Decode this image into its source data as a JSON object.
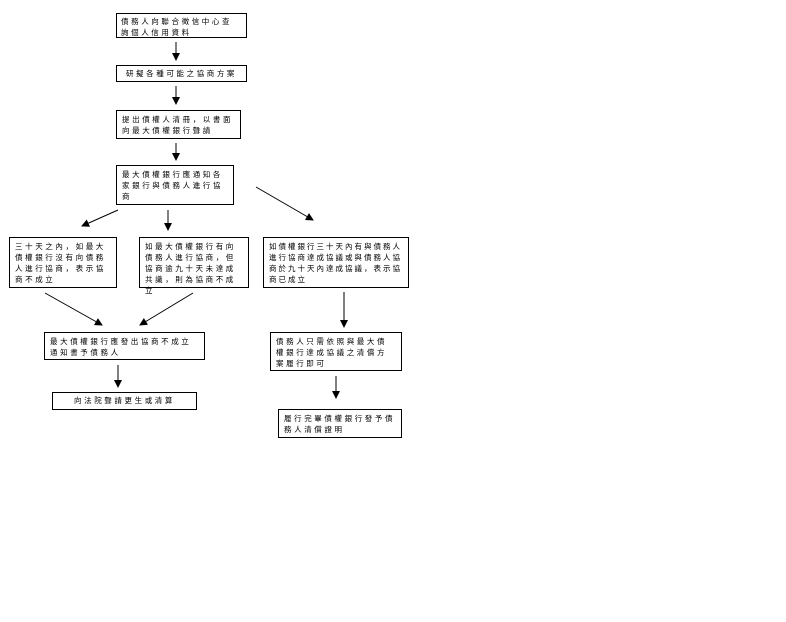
{
  "flowchart": {
    "steps": {
      "query_credit": "債務人向聯合徵信中心查詢個人信用資料",
      "draft_plan": "研擬各種可能之協商方案",
      "submit_list": "提出債權人清冊，以書面向最大債權銀行聲請",
      "notify_banks": "最大債權銀行應通知各家銀行與債務人進行協商",
      "no_negotiation_30_days": "三十天之內，如最大債權銀行沒有向債務人進行協商，表示協商不成立",
      "no_consensus_90_days": "如最大債權銀行有向債務人進行協商，但協商逾九十天未達成共識，則為協商不成立",
      "agreement_reached": "如債權銀行三十天內有與債務人進行協商達成協議或與債務人協商於九十天內達成協議，表示協商已成立",
      "failure_notice": "最大債權銀行應發出協商不成立通知書予債務人",
      "court_petition": "向法院聲請更生或清算",
      "follow_plan": "債務人只需依照與最大債權銀行達成協議之清償方案履行即可",
      "repayment_certificate": "履行完畢債權銀行發予債務人清償證明"
    }
  }
}
